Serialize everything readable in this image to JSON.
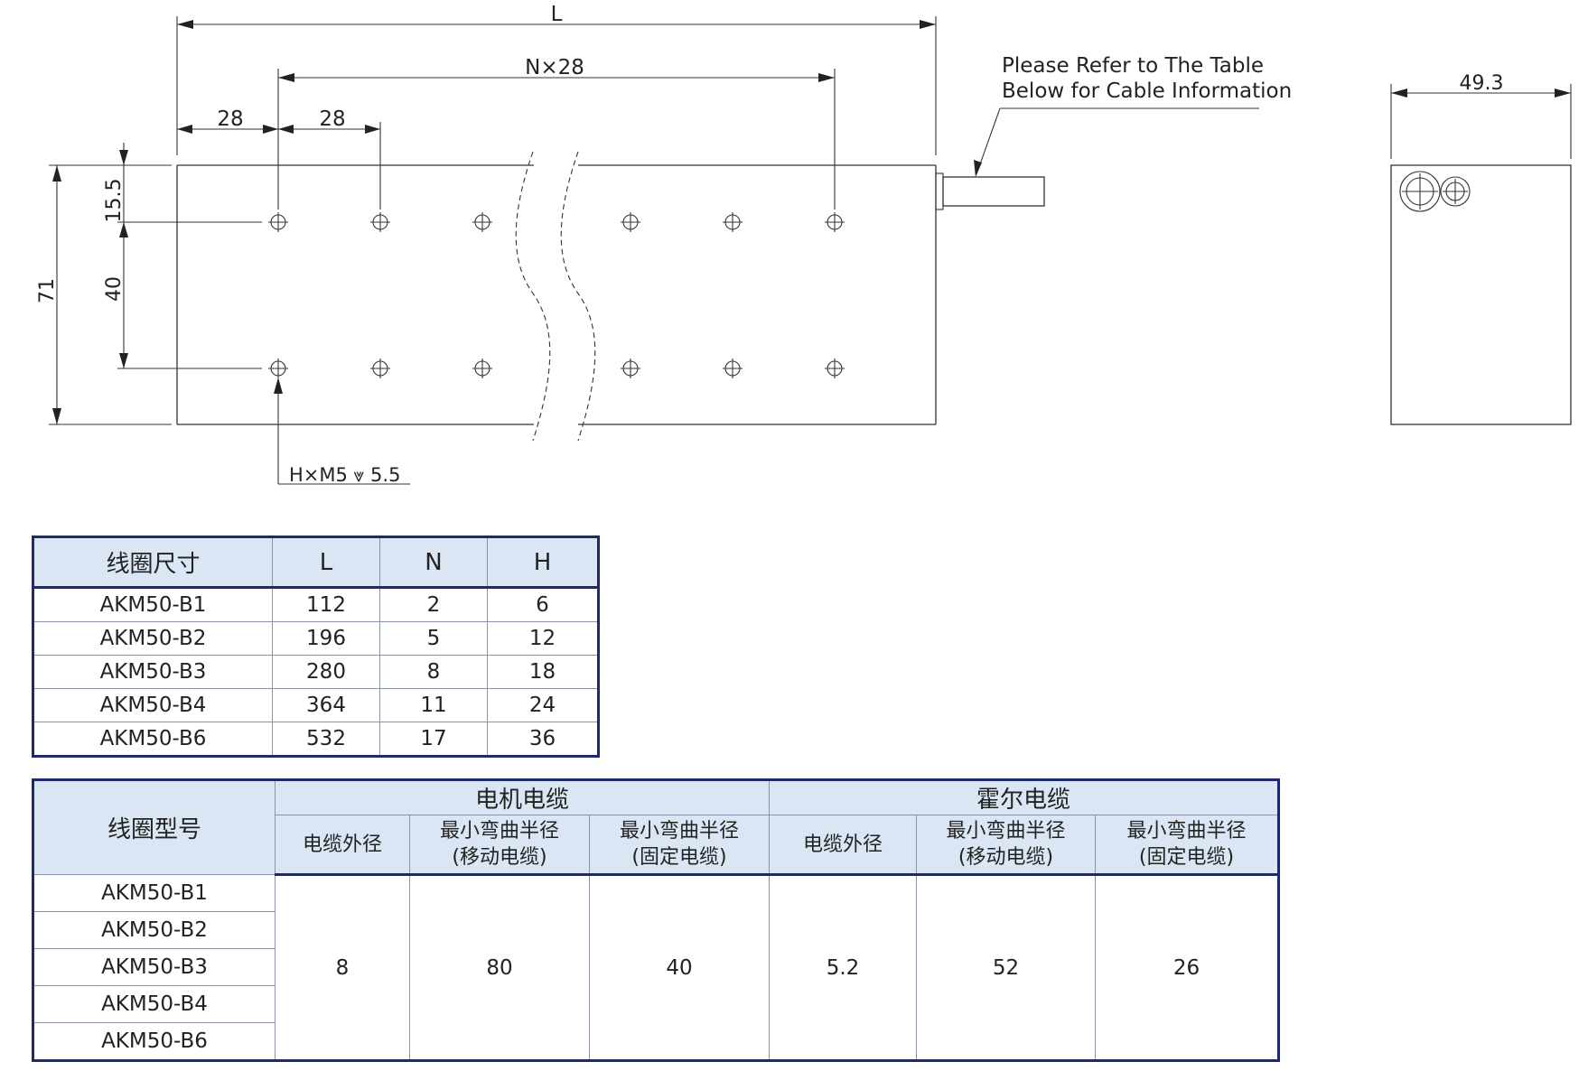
{
  "drawing": {
    "dim_L": "L",
    "dim_N": "N×28",
    "dim_pitch_a": "28",
    "dim_pitch_b": "28",
    "dim_15_5": "15.5",
    "dim_40": "40",
    "dim_71": "71",
    "dim_width": "49.3",
    "hole_note": "H×M5 ⩔ 5.5",
    "cable_note_line1": "Please Refer to The Table",
    "cable_note_line2": "Below for Cable Information"
  },
  "size_table": {
    "headers": [
      "线圈尺寸",
      "L",
      "N",
      "H"
    ],
    "rows": [
      [
        "AKM50-B1",
        "112",
        "2",
        "6"
      ],
      [
        "AKM50-B2",
        "196",
        "5",
        "12"
      ],
      [
        "AKM50-B3",
        "280",
        "8",
        "18"
      ],
      [
        "AKM50-B4",
        "364",
        "11",
        "24"
      ],
      [
        "AKM50-B6",
        "532",
        "17",
        "36"
      ]
    ]
  },
  "cable_table": {
    "model_header": "线圈型号",
    "group_motor": "电机电缆",
    "group_hall": "霍尔电缆",
    "sub": {
      "outer": "电缆外径",
      "bend": "最小弯曲半径",
      "moving": "(移动电缆)",
      "fixed": "(固定电缆)"
    },
    "models": [
      "AKM50-B1",
      "AKM50-B2",
      "AKM50-B3",
      "AKM50-B4",
      "AKM50-B6"
    ],
    "values": {
      "motor_outer": "8",
      "motor_bend_moving": "80",
      "motor_bend_fixed": "40",
      "hall_outer": "5.2",
      "hall_bend_moving": "52",
      "hall_bend_fixed": "26"
    }
  },
  "colors": {
    "table_border": "#1f2a6e",
    "header_fill": "#dbe6f5"
  }
}
